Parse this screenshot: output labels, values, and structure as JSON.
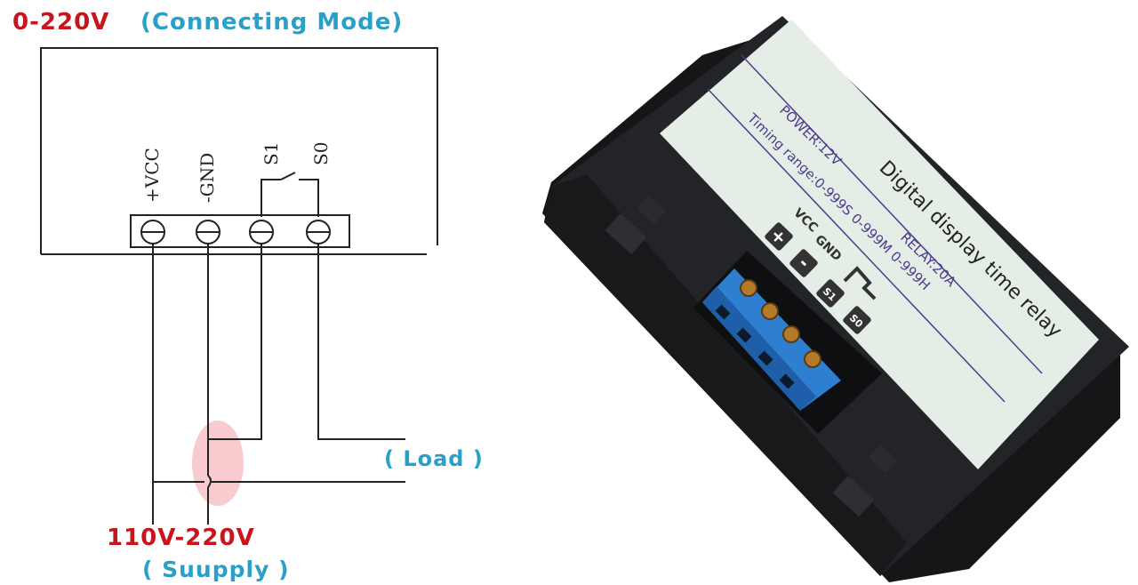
{
  "diagram": {
    "title_voltage": "0-220V",
    "title_mode": "(Connecting Mode)",
    "terminals": [
      "+VCC",
      "-GND",
      "S1",
      "S0"
    ],
    "load_label": "( Load )",
    "supply_voltage": "110V-220V",
    "supply_label": "( Suupply )"
  },
  "device": {
    "title": "Digital display time relay",
    "power": "POWER:12V",
    "relay": "RELAY:20A",
    "timing": "Timing range:0-999S 0-999M 0-999H",
    "icon_labels": [
      "+",
      "VCC",
      "-",
      "GND",
      "S1",
      "S0"
    ]
  },
  "colors": {
    "red_text": "#c8141c",
    "blue_text": "#2aa0c8",
    "terminal_block": "#2f7fd0",
    "housing": "#1c1d1f",
    "label_bg": "#e4eee6"
  }
}
